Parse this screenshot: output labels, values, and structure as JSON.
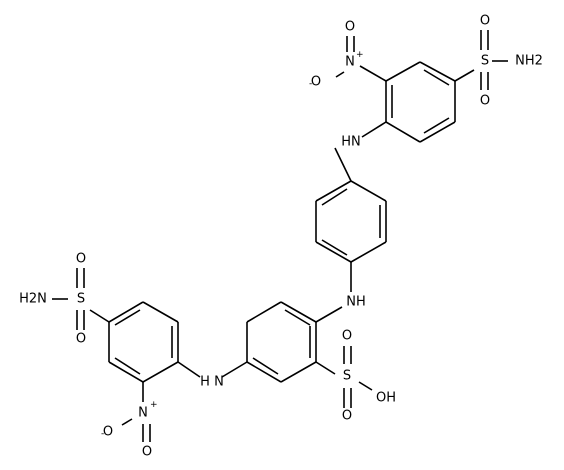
{
  "atoms": {
    "nitro_top": {
      "o_double": "O",
      "n": "N",
      "n_charge": "+",
      "o_single": "O",
      "o_charge": "-"
    },
    "sulfonamide_top": {
      "s": "S",
      "o1": "O",
      "o2": "O",
      "nh2": "NH2"
    },
    "nh_top": "HN",
    "nh_mid": "NH",
    "nh_bottom": "H N",
    "sulfonamide_left": {
      "s": "S",
      "o1": "O",
      "o2": "O",
      "nh2": "H2N"
    },
    "nitro_bottom": {
      "n": "N",
      "n_charge": "+",
      "o_double": "O",
      "o_single": "O",
      "o_charge": "-"
    },
    "sulfonic_acid": {
      "s": "S",
      "o1": "O",
      "o2": "O",
      "oh": "OH"
    }
  }
}
